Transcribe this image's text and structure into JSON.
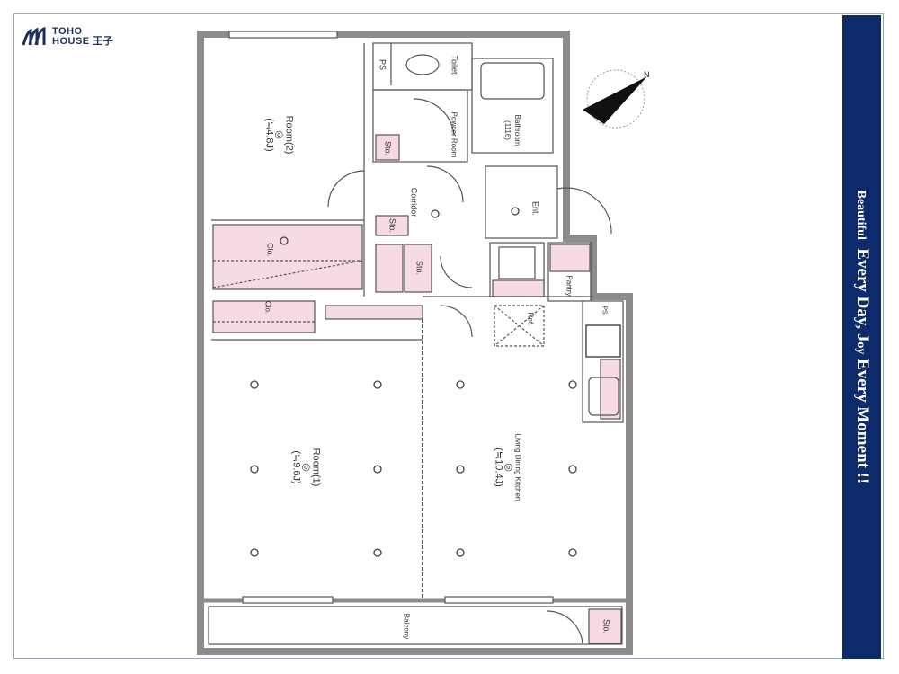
{
  "logo": {
    "line1": "TOHO",
    "line2": "HOUSE 王子",
    "icon": "building-arches-icon"
  },
  "banner": {
    "word1": "Beautiful",
    "rest": "Every Day, J",
    "oy": "oy",
    "rest2": " Every Moment !!"
  },
  "rooms": {
    "room2": {
      "name": "Room(2)",
      "area": "(≒4.8J)"
    },
    "room1": {
      "name": "Room(1)",
      "area": "(≒9.6J)"
    },
    "ldk": {
      "name": "Living Dining Kitchen",
      "area": "(≒10.4J)"
    },
    "toilet": "Toilet",
    "ps": "PS",
    "powder": "Powder Room",
    "bathroom": "Bathroom",
    "bathroom_size": "(1116)",
    "corridor": "Corridor",
    "ent": "Ent.",
    "pantry": "Pantry",
    "ref": "Ref.",
    "balcony": "Balcony",
    "clo1": "Clo.",
    "clo2": "Clo.",
    "sto1": "Sto.",
    "sto2": "Sto.",
    "sto3": "Sto.",
    "sto4": "Sto.",
    "kitchen_ps": "PS"
  },
  "colors": {
    "banner": "#0d2a6b",
    "storage": "#f7dbe4",
    "wall": "#8c8c8c"
  }
}
